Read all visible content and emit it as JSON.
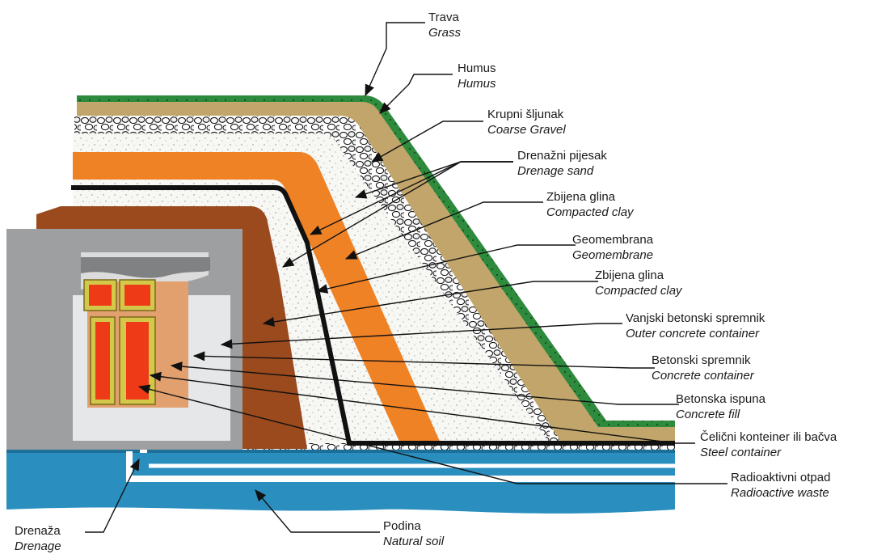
{
  "labels": [
    {
      "key": "grass",
      "hr": "Trava",
      "en": "Grass"
    },
    {
      "key": "humus",
      "hr": "Humus",
      "en": "Humus"
    },
    {
      "key": "gravel",
      "hr": "Krupni šljunak",
      "en": "Coarse Gravel"
    },
    {
      "key": "sand",
      "hr": "Drenažni pijesak",
      "en": "Drenage sand"
    },
    {
      "key": "clay1",
      "hr": "Zbijena glina",
      "en": "Compacted clay"
    },
    {
      "key": "geomembrane",
      "hr": "Geomembrana",
      "en": "Geomembrane"
    },
    {
      "key": "clay2",
      "hr": "Zbijena glina",
      "en": "Compacted clay"
    },
    {
      "key": "outer",
      "hr": "Vanjski betonski spremnik",
      "en": "Outer concrete container"
    },
    {
      "key": "container",
      "hr": "Betonski spremnik",
      "en": "Concrete container"
    },
    {
      "key": "fill",
      "hr": "Betonska ispuna",
      "en": "Concrete fill"
    },
    {
      "key": "steel",
      "hr": "Čelični konteiner ili bačva",
      "en": "Steel container"
    },
    {
      "key": "waste",
      "hr": "Radioaktivni otpad",
      "en": "Radioactive waste"
    },
    {
      "key": "soil",
      "hr": "Podina",
      "en": "Natural soil"
    },
    {
      "key": "drainage",
      "hr": "Drenaža",
      "en": "Drenage"
    }
  ],
  "colors": {
    "grass": "#2e8b3e",
    "humus": "#c2a56a",
    "sand_fill": "#f7f7f4",
    "clay": "#f08226",
    "geomembrane": "#111111",
    "outer_concrete": "#9a4a1c",
    "concrete_container": "#9d9fa1",
    "concrete_fill": "#e2a06f",
    "steel_outline": "#d4c84a",
    "waste": "#ef3a17",
    "soil": "#2a8fbf",
    "drainage_line": "#ffffff"
  }
}
